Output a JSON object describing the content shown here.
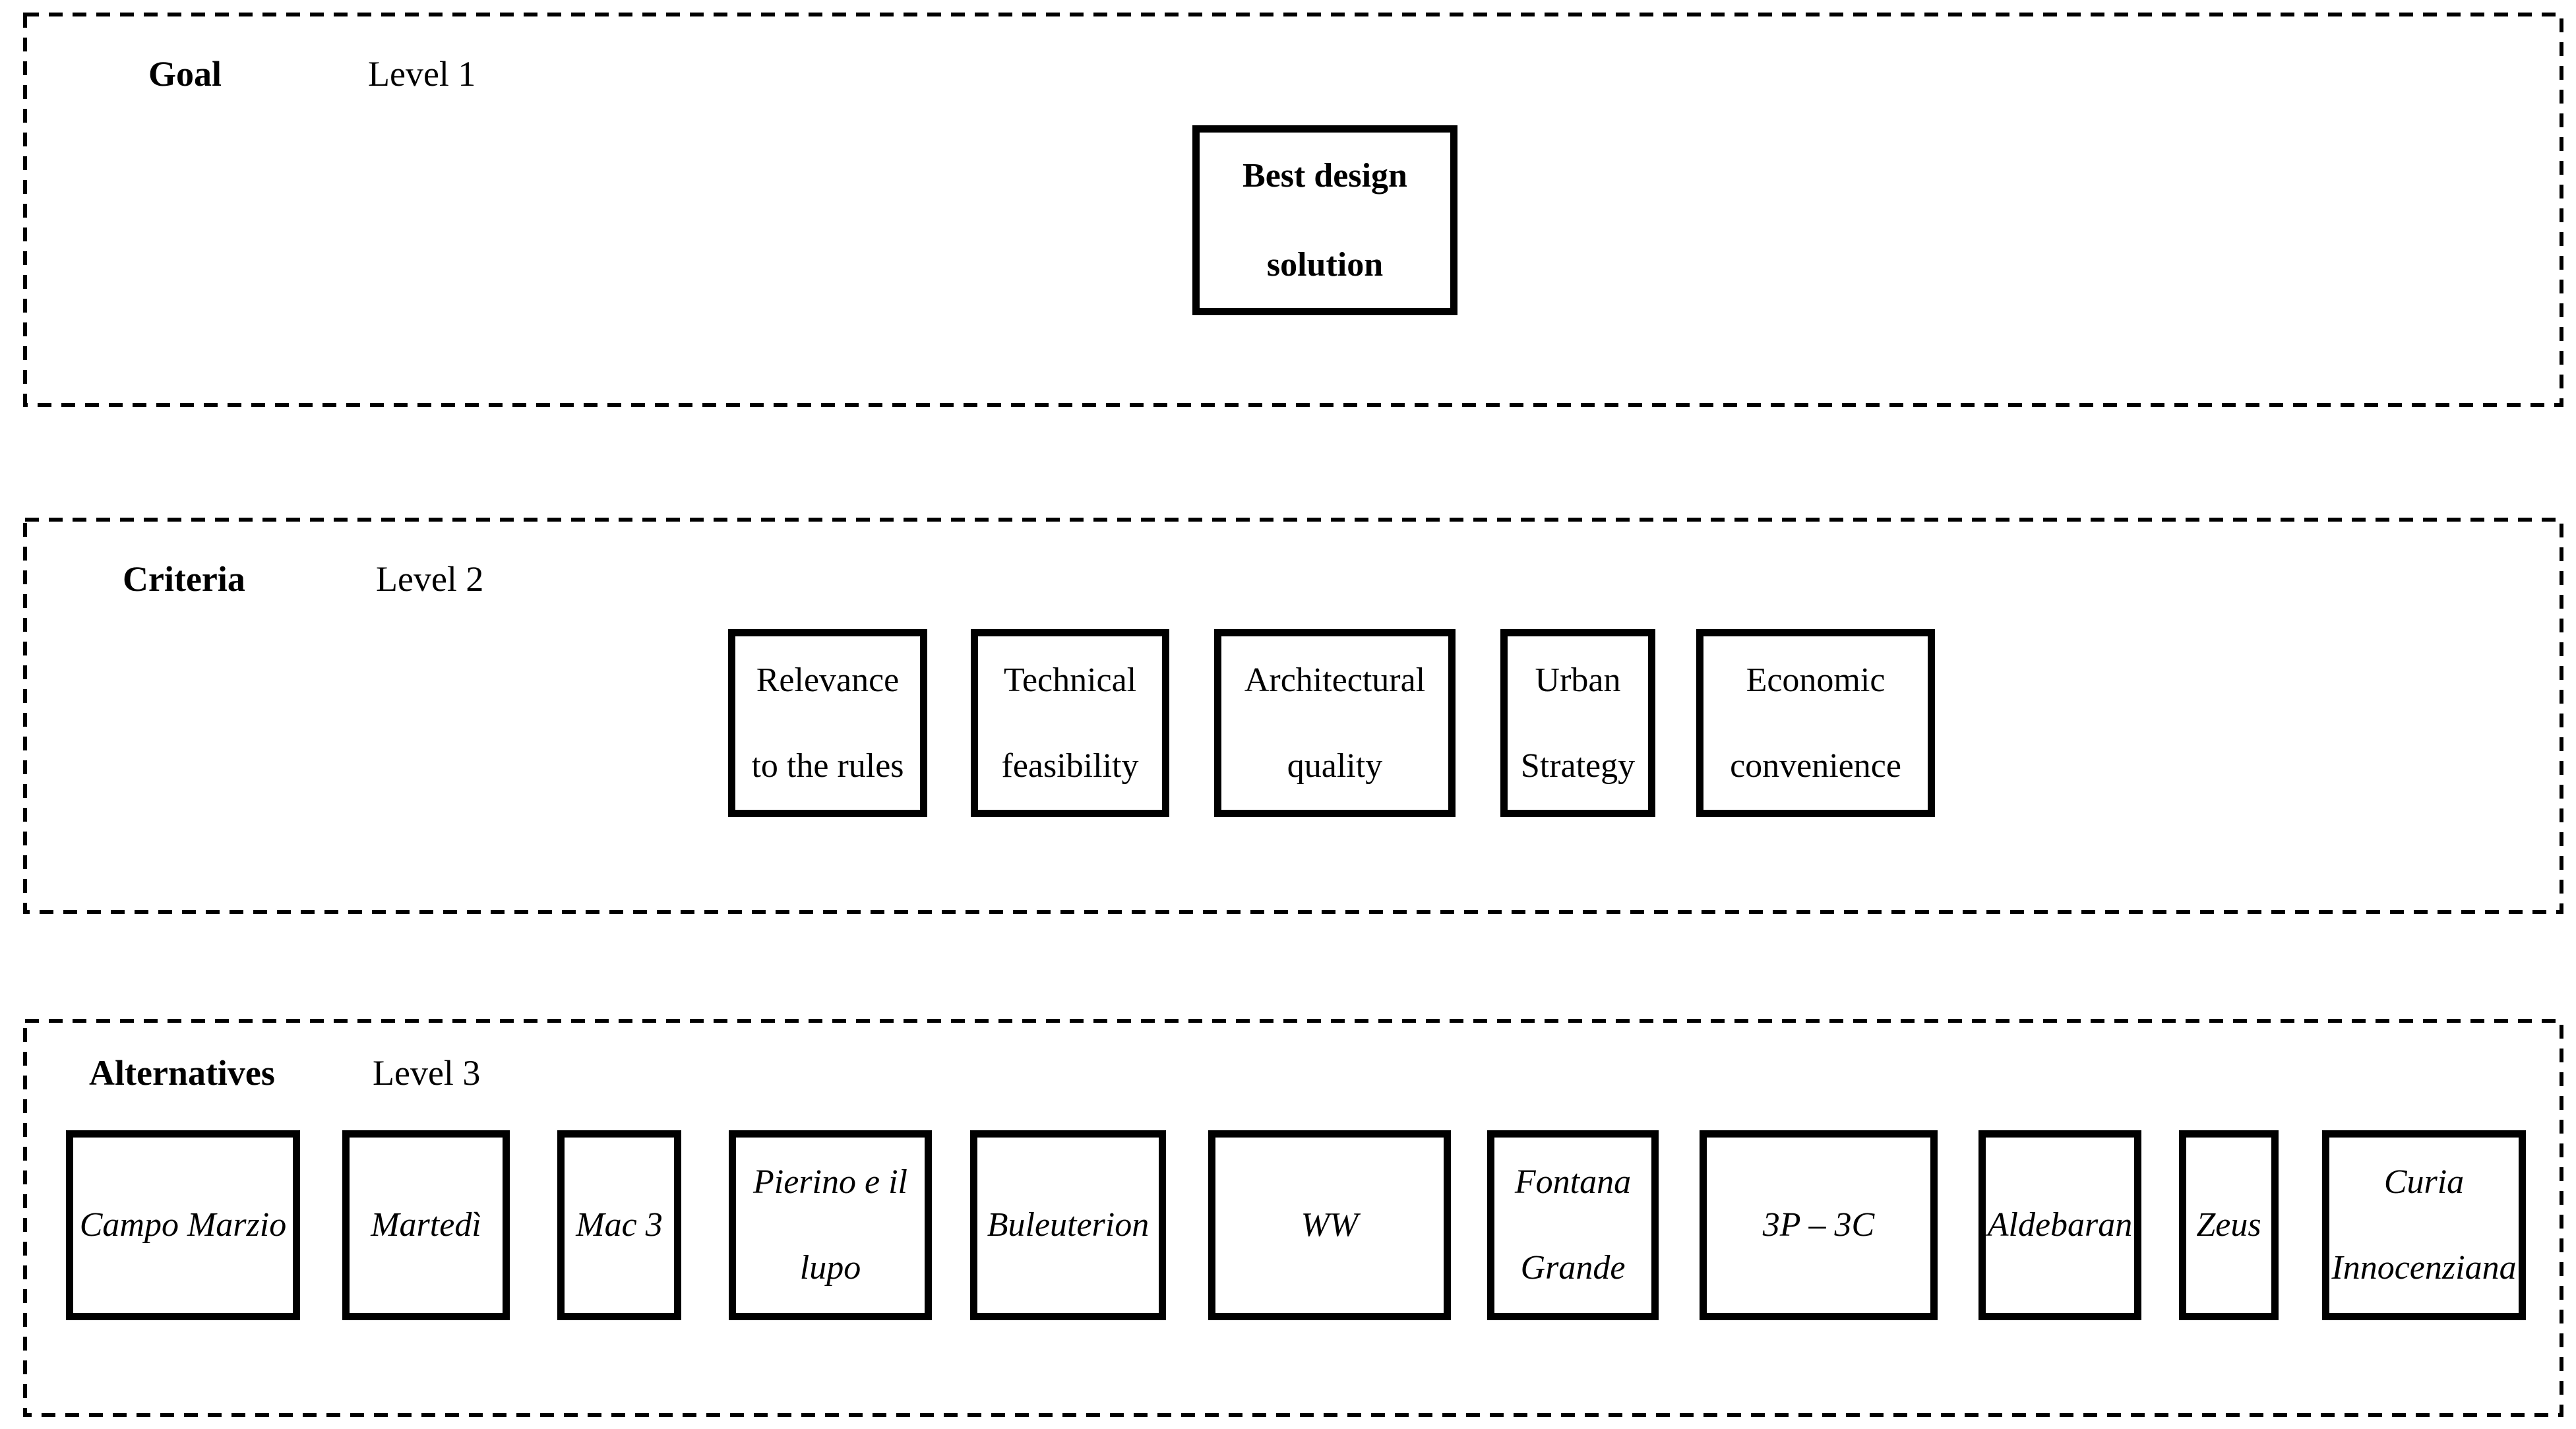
{
  "diagram": {
    "type": "hierarchy",
    "ink_color": "#000000",
    "background_color": "#ffffff",
    "sections": [
      {
        "label": "Goal",
        "level": "Level 1",
        "boxes": [
          {
            "name": "best-design-solution",
            "lines": [
              "Best design",
              "solution"
            ]
          }
        ]
      },
      {
        "label": "Criteria",
        "level": "Level 2",
        "boxes": [
          {
            "name": "relevance-to-the-rules",
            "lines": [
              "Relevance",
              "to the rules"
            ]
          },
          {
            "name": "technical-feasibility",
            "lines": [
              "Technical",
              "feasibility"
            ]
          },
          {
            "name": "architectural-quality",
            "lines": [
              "Architectural",
              "quality"
            ]
          },
          {
            "name": "urban-strategy",
            "lines": [
              "Urban",
              "Strategy"
            ]
          },
          {
            "name": "economic-convenience",
            "lines": [
              "Economic",
              "convenience"
            ]
          }
        ]
      },
      {
        "label": "Alternatives",
        "level": "Level 3",
        "boxes": [
          {
            "name": "campo-marzio",
            "lines": [
              "Campo Marzio"
            ]
          },
          {
            "name": "martedi",
            "lines": [
              "Martedì"
            ]
          },
          {
            "name": "mac-3",
            "lines": [
              "Mac 3"
            ]
          },
          {
            "name": "pierino-e-il-lupo",
            "lines": [
              "Pierino e il",
              "lupo"
            ]
          },
          {
            "name": "buleuterion",
            "lines": [
              "Buleuterion"
            ]
          },
          {
            "name": "ww",
            "lines": [
              "WW"
            ]
          },
          {
            "name": "fontana-grande",
            "lines": [
              "Fontana",
              "Grande"
            ]
          },
          {
            "name": "3p-3c",
            "lines": [
              "3P – 3C"
            ]
          },
          {
            "name": "aldebaran",
            "lines": [
              "Aldebaran"
            ]
          },
          {
            "name": "zeus",
            "lines": [
              "Zeus"
            ]
          },
          {
            "name": "curia-innocenziana",
            "lines": [
              "Curia",
              "Innocenziana"
            ]
          }
        ]
      }
    ]
  }
}
